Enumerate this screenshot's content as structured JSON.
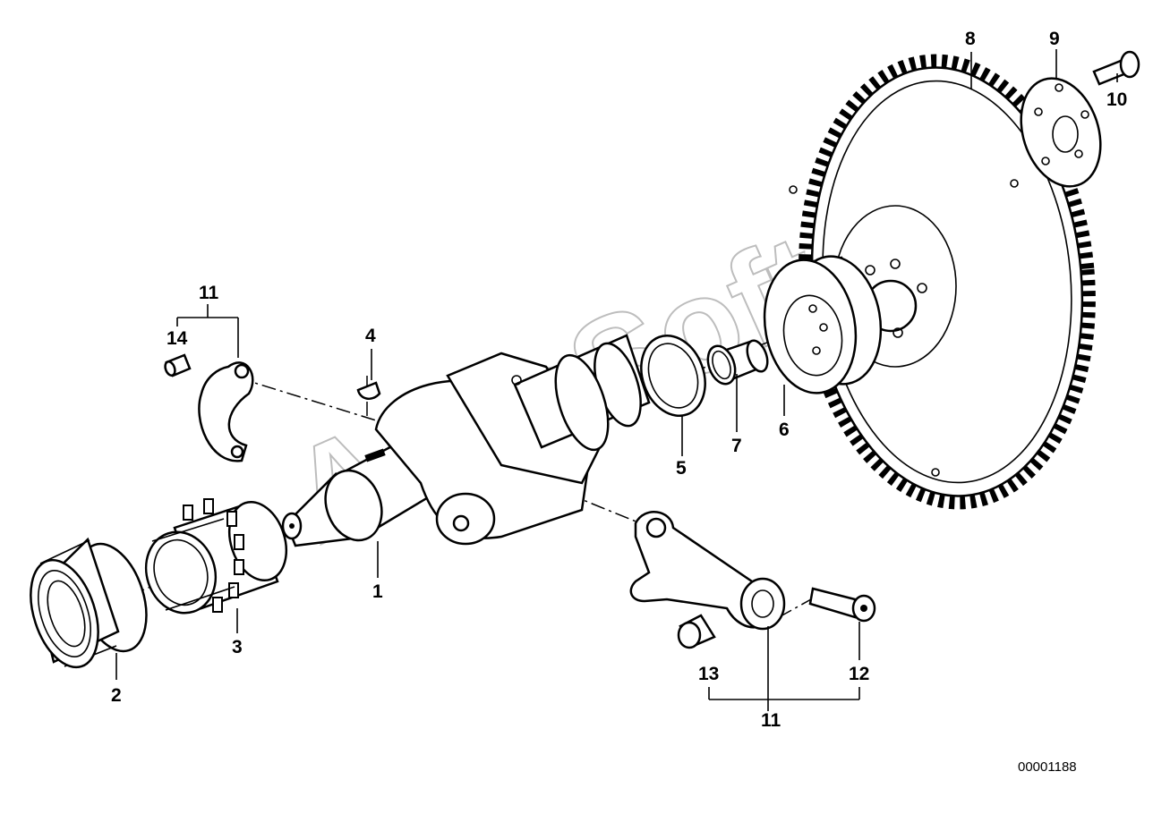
{
  "diagram": {
    "callouts": {
      "c1": "1",
      "c2": "2",
      "c3": "3",
      "c4": "4",
      "c5": "5",
      "c6": "6",
      "c7": "7",
      "c8": "8",
      "c9": "9",
      "c10": "10",
      "c11_top": "11",
      "c11_bottom": "11",
      "c12": "12",
      "c13": "13",
      "c14": "14"
    },
    "document_number": "00001188",
    "watermark": "AutoSoft"
  }
}
